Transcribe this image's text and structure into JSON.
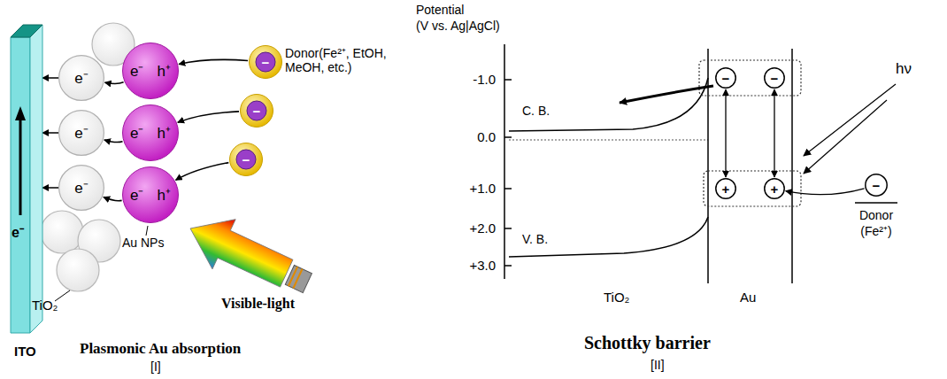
{
  "diagram": {
    "nodes": [
      {
        "text": [
          "e⁻",
          "ITO"
        ]
      },
      {
        "text": [
          "e⁻"
        ]
      },
      {
        "text": [
          "e⁻"
        ]
      },
      {
        "text": [
          "e⁻"
        ]
      },
      {
        "text": [
          "e⁻",
          "h⁺"
        ]
      },
      {
        "text": [
          "e⁻",
          "h⁺"
        ]
      },
      {
        "text": [
          "e⁻",
          "h⁺"
        ]
      },
      {
        "text": [
          "−"
        ]
      },
      {
        "text": [
          "−"
        ]
      },
      {
        "text": [
          "−"
        ]
      },
      {
        "text": [
          "−"
        ]
      },
      {
        "text": [
          "−"
        ]
      },
      {
        "text": [
          "+"
        ]
      },
      {
        "text": [
          "+"
        ]
      },
      {
        "text": [
          "−"
        ]
      }
    ],
    "edges": [
      {
        "from": 4,
        "to": 1,
        "arrow": "to"
      },
      {
        "from": 5,
        "to": 2,
        "arrow": "to"
      },
      {
        "from": 6,
        "to": 3,
        "arrow": "to"
      },
      {
        "from": 1,
        "to": 0,
        "arrow": "to"
      },
      {
        "from": 2,
        "to": 0,
        "arrow": "to"
      },
      {
        "from": 3,
        "to": 0,
        "arrow": "to"
      },
      {
        "from": 7,
        "to": 4,
        "arrow": "to"
      },
      {
        "from": 8,
        "to": 5,
        "arrow": "to"
      },
      {
        "from": 9,
        "to": 6,
        "arrow": "to"
      },
      {
        "from": 10,
        "to": 12,
        "arrow": "both"
      },
      {
        "from": 11,
        "to": 13,
        "arrow": "both"
      },
      {
        "from": 14,
        "to": 13,
        "arrow": "to"
      }
    ],
    "labels": [
      "Donor(Fe²⁺, EtOH, MeOH, etc.)",
      "Au NPs",
      "TiO₂",
      "Visible-light",
      "Plasmonic Au absorption",
      "[I]",
      "Potential",
      "(V vs. Ag|AgCl)",
      "-1.0",
      "0.0",
      "+1.0",
      "+2.0",
      "+3.0",
      "C. B.",
      "V. B.",
      "TiO₂",
      "Au",
      "hν",
      "Donor",
      "(Fe²⁺)",
      "Schottky barrier",
      "[II]"
    ]
  }
}
